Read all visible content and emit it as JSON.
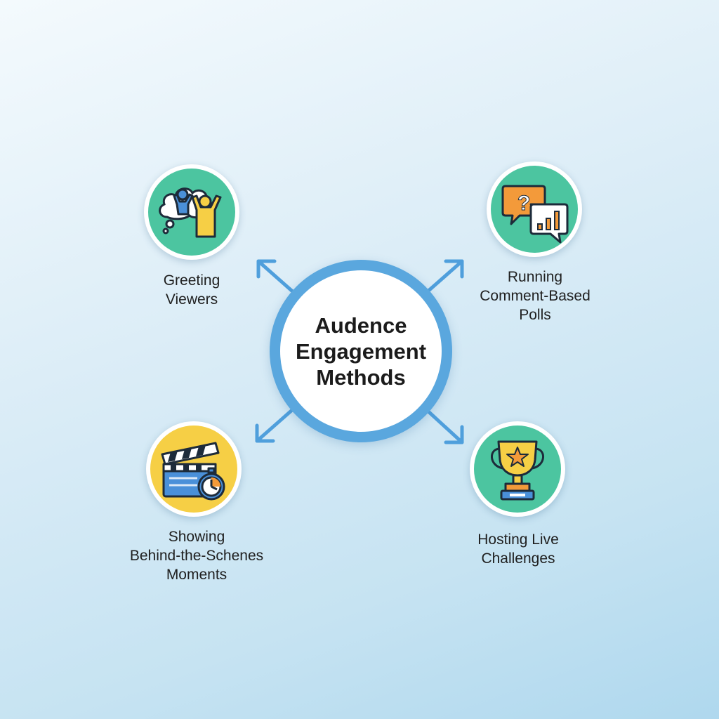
{
  "center": {
    "title": "Audence\nEngagement\nMethods"
  },
  "nodes": [
    {
      "id": "greeting",
      "label": "Greeting\nViewers",
      "icon": "people-cheering-icon",
      "color": "#4cc5a0"
    },
    {
      "id": "polls",
      "label": "Running\nComment-Based\nPolls",
      "icon": "chat-poll-icon",
      "color": "#4cc5a0"
    },
    {
      "id": "behind",
      "label": "Showing\nBehind-the-Schenes\nMoments",
      "icon": "clapperboard-stopwatch-icon",
      "color": "#f6cf45"
    },
    {
      "id": "challenges",
      "label": "Hosting Live\nChallenges",
      "icon": "trophy-icon",
      "color": "#4cc5a0"
    }
  ],
  "colors": {
    "ring": "#5aa7de",
    "arrow": "#4f9fdc",
    "teal": "#4cc5a0",
    "yellow": "#f6cf45"
  }
}
